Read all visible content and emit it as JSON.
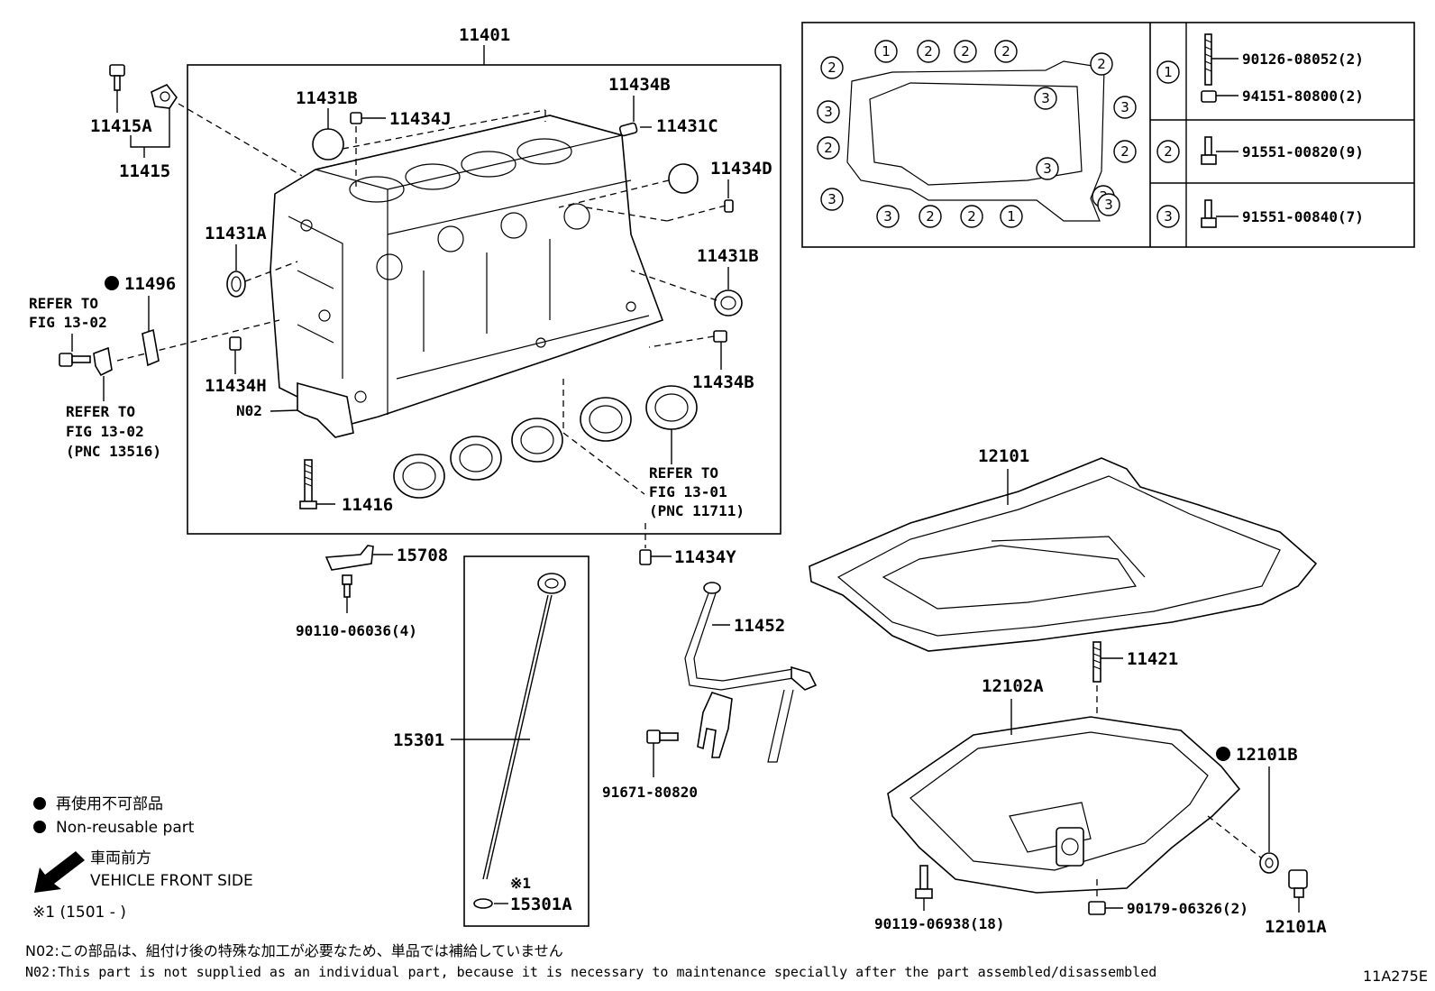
{
  "labels": {
    "p11401": "11401",
    "p11415A": "11415A",
    "p11415": "11415",
    "p11431B_top": "11431B",
    "p11434J": "11434J",
    "p11434B_top": "11434B",
    "p11431C": "11431C",
    "p11434D": "11434D",
    "p11431A": "11431A",
    "p11431B_right": "11431B",
    "p11496": "11496",
    "p11434H": "11434H",
    "p11434B_right": "11434B",
    "n02": "N02",
    "p11416": "11416",
    "p15708": "15708",
    "p90110": "90110-06036(4)",
    "p11434Y": "11434Y",
    "p11452": "11452",
    "p15301": "15301",
    "p15301A": "15301A",
    "ref1": "※1",
    "p91671": "91671-80820",
    "p12101": "12101",
    "p11421": "11421",
    "p12102A": "12102A",
    "p12101B": "12101B",
    "p90119": "90119-06938(18)",
    "p90179": "90179-06326(2)",
    "p12101A": "12101A",
    "figure_id": "11A275E"
  },
  "refer_notes": {
    "left_top_line1": "REFER TO",
    "left_top_line2": "FIG 13-02",
    "left_bottom_line1": "REFER TO",
    "left_bottom_line2": "FIG 13-02",
    "left_bottom_line3": "(PNC 13516)",
    "center_line1": "REFER TO",
    "center_line2": "FIG 13-01",
    "center_line3": "(PNC 11711)"
  },
  "bolt_table": {
    "rows": [
      {
        "key": "1",
        "parts": [
          "90126-08052(2)",
          "94151-80800(2)"
        ]
      },
      {
        "key": "2",
        "parts": [
          "91551-00820(9)"
        ]
      },
      {
        "key": "3",
        "parts": [
          "91551-00840(7)"
        ]
      }
    ],
    "gasket_callouts": [
      "1",
      "2",
      "2",
      "2",
      "2",
      "2",
      "3",
      "3",
      "3",
      "2",
      "2",
      "3",
      "3",
      "3",
      "3",
      "2",
      "2",
      "1",
      "3"
    ]
  },
  "legend": {
    "nonreusable_jp": "再使用不可部品",
    "nonreusable_en": "Non-reusable part",
    "front_jp": "車両前方",
    "front_en": "VEHICLE FRONT SIDE",
    "footnote": "※1 (1501 -      )"
  },
  "notes": {
    "n02_jp": "N02:この部品は、組付け後の特殊な加工が必要なため、単品では補給していません",
    "n02_en": "N02:This part is not supplied as an individual part, because it is necessary to maintenance specially after the part assembled/disassembled"
  }
}
